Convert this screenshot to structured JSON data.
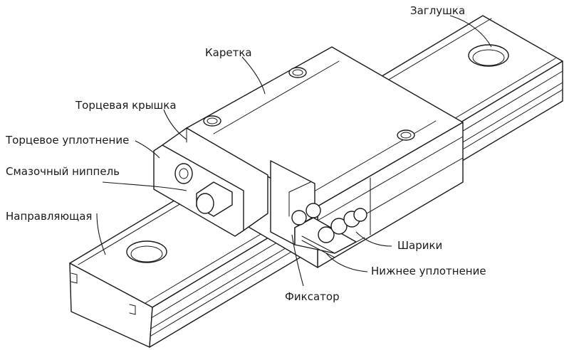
{
  "labels": {
    "end_plug": "Заглушка",
    "carriage": "Каретка",
    "end_cap": "Торцевая крышка",
    "end_seal": "Торцевое уплотнение",
    "grease_nipple": "Смазочный ниппель",
    "rail": "Направляющая",
    "balls": "Шарики",
    "bottom_seal": "Нижнее уплотнение",
    "retainer": "Фиксатор"
  }
}
